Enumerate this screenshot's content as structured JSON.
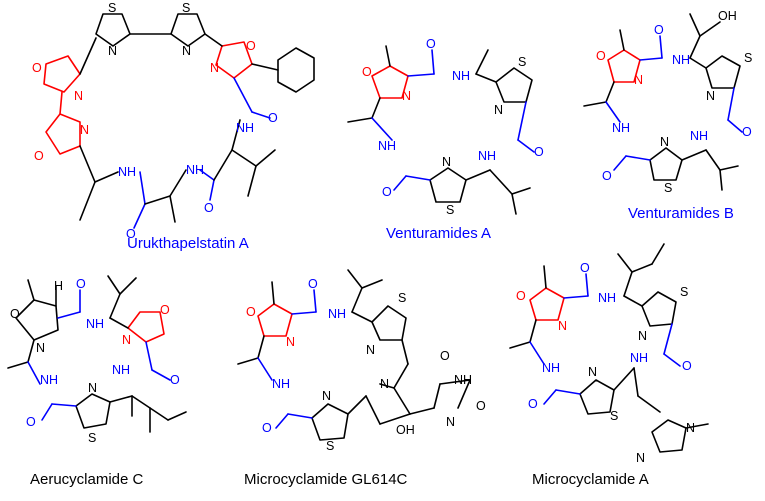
{
  "colors": {
    "structure": "#000000",
    "oxazole_highlight": "#ff0000",
    "amide_highlight": "#0000ff"
  },
  "captions": {
    "urukthapelstatin": "Urukthapelstatin A",
    "venturamides_a": "Venturamides A",
    "venturamides_b": "Venturamides B",
    "aerucyclamide": "Aerucyclamide C",
    "microcyclamide_gl614c": "Microcyclamide GL614C",
    "microcyclamide_a": "Microcyclamide A"
  },
  "atoms": {
    "S": "S",
    "N": "N",
    "O": "O",
    "NH": "NH",
    "OH": "OH",
    "H": "H"
  }
}
